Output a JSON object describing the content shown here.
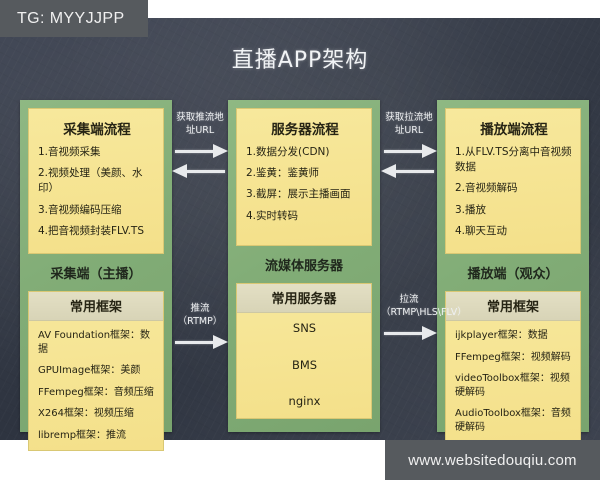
{
  "banner": {
    "tg_label": "TG: MYYJJPP"
  },
  "watermark": {
    "text": "www.websitedouqiu.com"
  },
  "board": {
    "title": "直播APP架构"
  },
  "columns": [
    {
      "flow_title": "采集端流程",
      "flow_items": [
        "1.音视频采集",
        "2.视频处理（美颜、水印）",
        "3.音视频编码压缩",
        "4.把音视频封装FLV.TS"
      ],
      "footer": "采集端（主播）",
      "frame_title": "常用框架",
      "frame_items": [
        "AV Foundation框架：数据",
        "GPUImage框架：美颜",
        "FFempeg框架：音频压缩",
        "X264框架：视频压缩",
        "libremp框架：推流"
      ]
    },
    {
      "flow_title": "服务器流程",
      "flow_items": [
        "1.数据分发(CDN)",
        "2.鉴黄：鉴黄师",
        "3.截屏：展示主播画面",
        "4.实时转码"
      ],
      "footer": "流媒体服务器",
      "frame_title": "常用服务器",
      "frame_items": [
        "SNS",
        "BMS",
        "nginx"
      ]
    },
    {
      "flow_title": "播放端流程",
      "flow_items": [
        "1.从FLV.TS分离中音视频数据",
        "2.音视频解码",
        "3.播放",
        "4.聊天互动"
      ],
      "footer": "播放端（观众）",
      "frame_title": "常用框架",
      "frame_items": [
        "ijkplayer框架：数据",
        "FFempeg框架：视频解码",
        "videoToolbox框架：视频硬解码",
        "AudioToolbox框架：音频硬解码"
      ]
    }
  ],
  "connectors": {
    "top_1": {
      "label": "获取推流地址URL",
      "arrows": [
        "right",
        "left"
      ]
    },
    "top_2": {
      "label": "获取拉流地址URL",
      "arrows": [
        "right",
        "left"
      ]
    },
    "bottom_1": {
      "label": "推流\n（RTMP）",
      "arrows": [
        "right"
      ]
    },
    "bottom_2": {
      "label": "拉流\n（RTMP\\HLS\\FLV）",
      "arrows": [
        "right"
      ]
    }
  },
  "colors": {
    "board": "#343a46",
    "panel_green": "#82ad77",
    "card_yellow": "#f4e08a",
    "frame_head": "#d8d4b7",
    "banner_gray": "#565a5e"
  }
}
